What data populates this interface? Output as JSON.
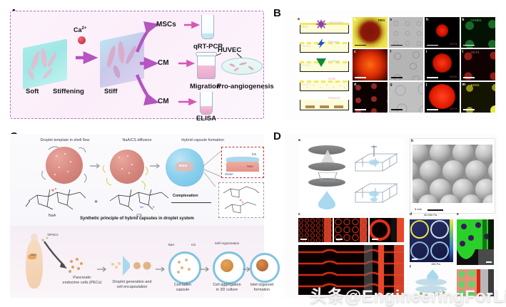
{
  "figure": {
    "watermark_cn": "头条",
    "watermark_handle": "@EngineeringForLife"
  },
  "panels": [
    {
      "letter": "A",
      "name": "matrix-stiffening-mscs",
      "labels": {
        "soft": "Soft",
        "stiffening": "Stiffening",
        "stiff": "Stiff",
        "calcium": "Ca2+",
        "mscs": "MSCs",
        "cm_top": "CM",
        "cm_bottom": "CM",
        "qrtpcr": "qRT-PCR",
        "migration": "Migration",
        "elisa": "ELISA",
        "huvec": "HUVEC",
        "proangio": "Pro-angiogenesis"
      }
    },
    {
      "letter": "B",
      "name": "micropatterning-workflow",
      "schematic_steps": [
        {
          "substrate": "PEG",
          "action": "Ultraviolet"
        },
        {
          "substrate": "PDMS",
          "action": "Plasma"
        },
        {
          "substrate": "PDMS",
          "action": "Coating"
        },
        {
          "substrate": "PDMS",
          "action": "Cells"
        },
        {
          "substrate": "",
          "action": "Patterns"
        }
      ],
      "sub_letters": [
        "a",
        "b",
        "c",
        "d",
        "e",
        "f",
        "g",
        "h",
        "i",
        "j",
        "k",
        "l",
        "m"
      ],
      "image_tags": {
        "b": "PEG",
        "h": "OCT4",
        "i": "SOX2",
        "j": "OCT4",
        "k": "HAND1",
        "l": "OCT4",
        "m": "SOX2"
      }
    },
    {
      "letter": "C",
      "name": "hybrid-capsule-islet-organoid",
      "top_captions": [
        "Droplet template in shell flow",
        "NaA/CS diffusion",
        "Hybrid capsule formation"
      ],
      "inset_labels": {
        "cs": "CS",
        "naa": "NaA",
        "water_core": "Water",
        "water_out": "Water"
      },
      "chem_labels": {
        "left": "NaA",
        "right": "CS",
        "reaction": "Complexation"
      },
      "section_title": "Synthetic principle of hybrid capsules in droplet system",
      "bottom_captions": [
        "Pancreatic\nendocrine cells (PECs)",
        "Droplet generation and\ncell encapsulation",
        "Cell-laden\ncapsule",
        "Cell aggregation\nin 3D culture",
        "Islet organoid\nformation"
      ],
      "bottom_small_labels": {
        "hipscs": "hiPSCs",
        "islet": "Islet",
        "naa": "NaA",
        "cs": "CS",
        "self_org": "Self-organization"
      }
    },
    {
      "letter": "D",
      "name": "microwell-array-hydrogel",
      "sub_letters": [
        "a",
        "b",
        "c",
        "d",
        "e",
        "f"
      ],
      "colorbar": {
        "max": "30,000 Pa",
        "min": "150 Pa"
      },
      "scale_note": "9 mm"
    }
  ]
}
